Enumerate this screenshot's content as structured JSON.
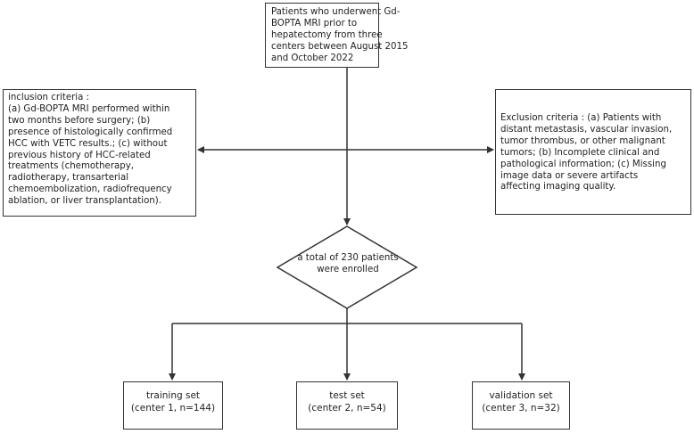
{
  "top_box": {
    "lines": [
      "Patients who underwent Gd-",
      "BOPTA MRI prior to",
      "hepatectomy from three",
      "centers between August 2015",
      "and October 2022"
    ]
  },
  "inclusion_box": {
    "lines": [
      "inclusion criteria :",
      "(a) Gd-BOPTA MRI performed within",
      "two months before surgery; (b)",
      "presence of histologically confirmed",
      "HCC with VETC results.; (c) without",
      "previous history of HCC-related",
      "treatments (chemotherapy,",
      "radiotherapy, transarterial",
      "chemoembolization, radiofrequency",
      "ablation, or liver transplantation)."
    ]
  },
  "exclusion_box": {
    "lines": [
      "Exclusion criteria : (a) Patients with",
      "distant metastasis, vascular invasion,",
      "tumor thrombus, or other malignant",
      "tumors; (b) Incomplete clinical and",
      "pathological information; (c) Missing",
      "image data or severe artifacts",
      "affecting imaging quality."
    ]
  },
  "decision": {
    "lines": [
      "a total of 230 patients",
      "were enrolled"
    ]
  },
  "outputs": {
    "training": {
      "title": "training set",
      "detail": "(center 1, n=144)"
    },
    "test": {
      "title": "test set",
      "detail": "(center 2, n=54)"
    },
    "validation": {
      "title": "validation set",
      "detail": "(center 3, n=32)"
    }
  },
  "colors": {
    "line": "#333333",
    "text": "#222222",
    "background": "#ffffff"
  }
}
